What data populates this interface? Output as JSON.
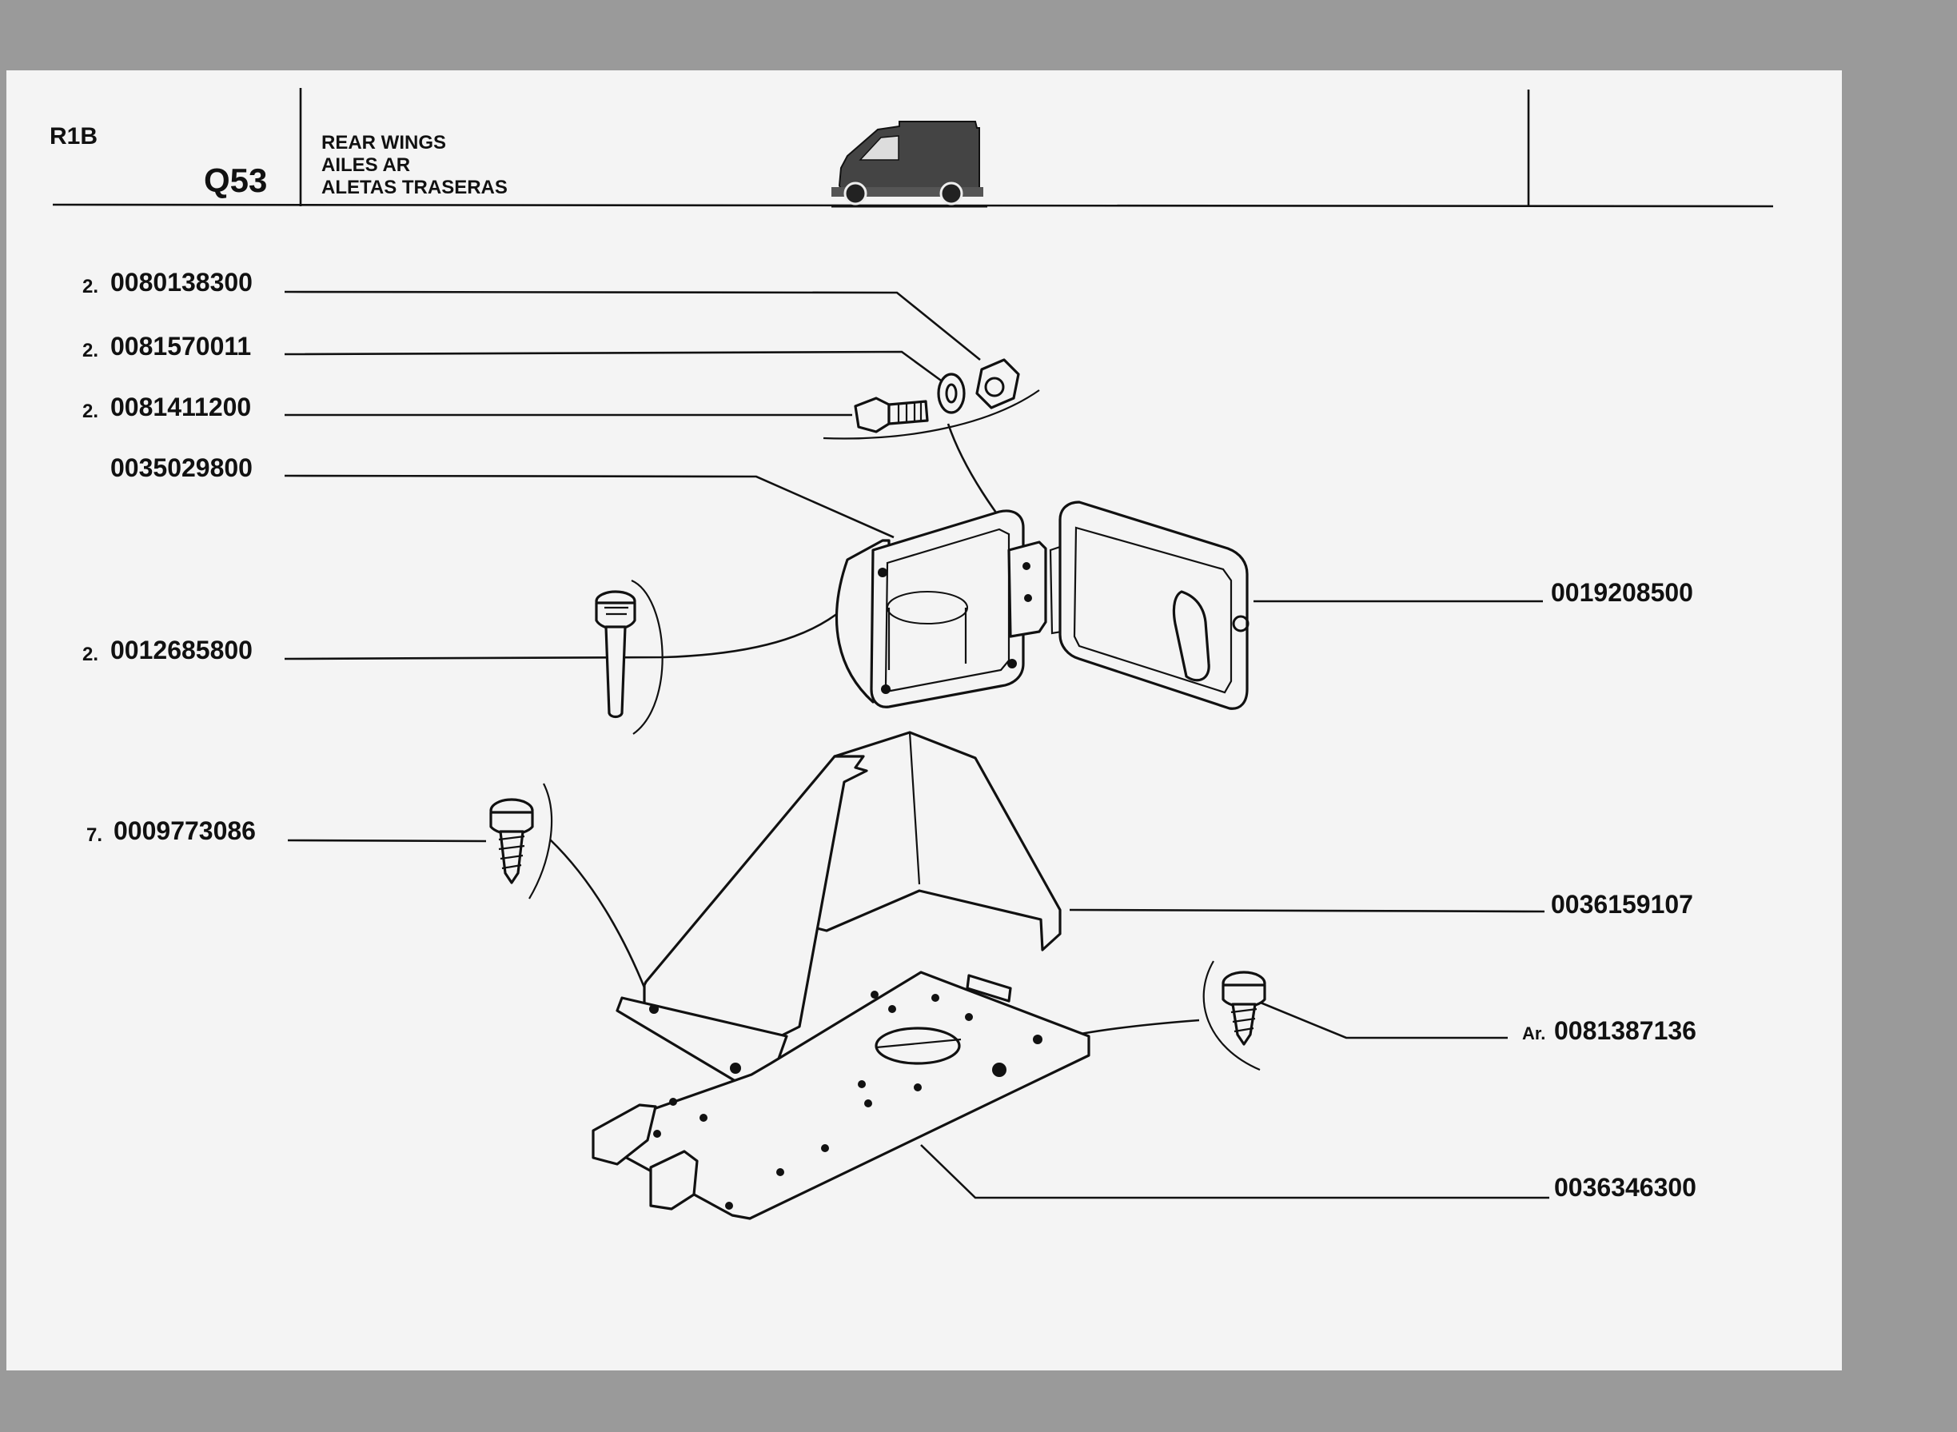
{
  "header": {
    "model_code": "R1B",
    "section_code": "Q53",
    "titles": [
      "REAR WINGS",
      "AILES AR",
      "ALETAS TRASERAS"
    ],
    "vehicle_icon": "van-icon"
  },
  "parts": [
    {
      "qty": "2.",
      "code": "0080138300"
    },
    {
      "qty": "2.",
      "code": "0081570011"
    },
    {
      "qty": "2.",
      "code": "0081411200"
    },
    {
      "qty": "",
      "code": "0035029800"
    },
    {
      "qty": "2.",
      "code": "0012685800"
    },
    {
      "qty": "7.",
      "code": "0009773086"
    },
    {
      "qty": "",
      "code": "0019208500"
    },
    {
      "qty": "",
      "code": "0036159107"
    },
    {
      "qty": "Ar.",
      "code": "0081387136"
    },
    {
      "qty": "",
      "code": "0036346300"
    }
  ]
}
